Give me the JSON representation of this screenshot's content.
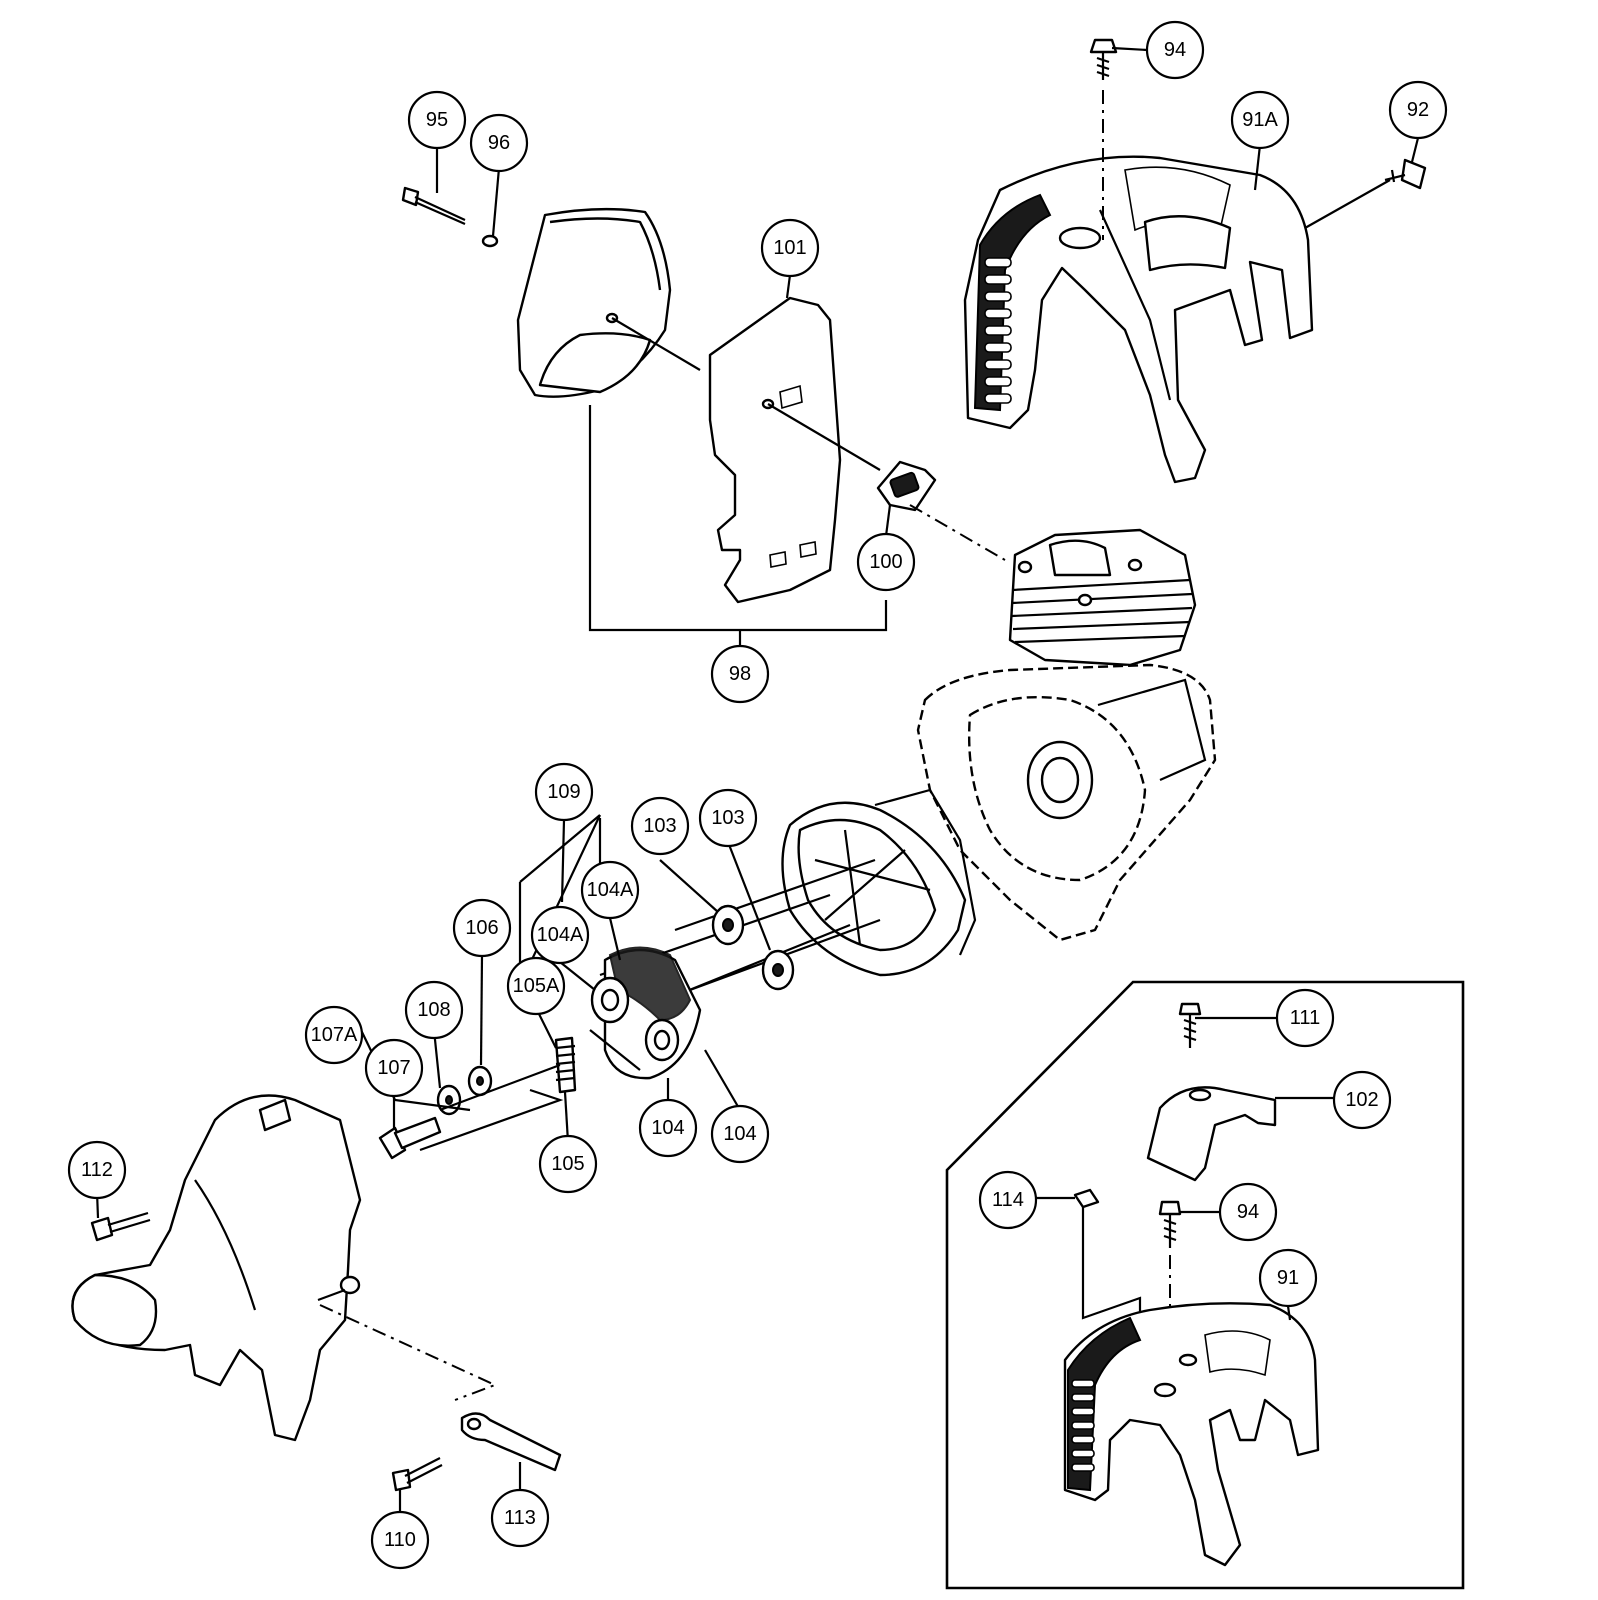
{
  "diagram": {
    "callouts": [
      {
        "id": "c94a",
        "label": "94"
      },
      {
        "id": "c91A",
        "label": "91A"
      },
      {
        "id": "c92",
        "label": "92"
      },
      {
        "id": "c95",
        "label": "95"
      },
      {
        "id": "c96",
        "label": "96"
      },
      {
        "id": "c101",
        "label": "101"
      },
      {
        "id": "c100",
        "label": "100"
      },
      {
        "id": "c98",
        "label": "98"
      },
      {
        "id": "c109",
        "label": "109"
      },
      {
        "id": "c103a",
        "label": "103"
      },
      {
        "id": "c103b",
        "label": "103"
      },
      {
        "id": "c104Aa",
        "label": "104A"
      },
      {
        "id": "c104Ab",
        "label": "104A"
      },
      {
        "id": "c106",
        "label": "106"
      },
      {
        "id": "c105A",
        "label": "105A"
      },
      {
        "id": "c108",
        "label": "108"
      },
      {
        "id": "c107A",
        "label": "107A"
      },
      {
        "id": "c107",
        "label": "107"
      },
      {
        "id": "c105",
        "label": "105"
      },
      {
        "id": "c104a",
        "label": "104"
      },
      {
        "id": "c104b",
        "label": "104"
      },
      {
        "id": "c112",
        "label": "112"
      },
      {
        "id": "c110",
        "label": "110"
      },
      {
        "id": "c113",
        "label": "113"
      },
      {
        "id": "c111",
        "label": "111"
      },
      {
        "id": "c102",
        "label": "102"
      },
      {
        "id": "c114",
        "label": "114"
      },
      {
        "id": "c94b",
        "label": "94"
      },
      {
        "id": "c91",
        "label": "91"
      }
    ]
  }
}
